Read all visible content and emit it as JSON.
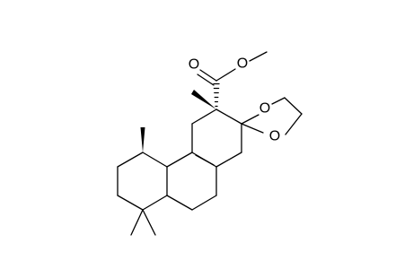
{
  "molecule": {
    "atoms": {
      "carbonyl_oxygen": "O",
      "ester_oxygen": "O",
      "dioxolane_oxygen_top": "O",
      "dioxolane_oxygen_bottom": "O"
    }
  },
  "colors": {
    "background": "#ffffff",
    "bond": "#000000",
    "label": "#000000"
  }
}
